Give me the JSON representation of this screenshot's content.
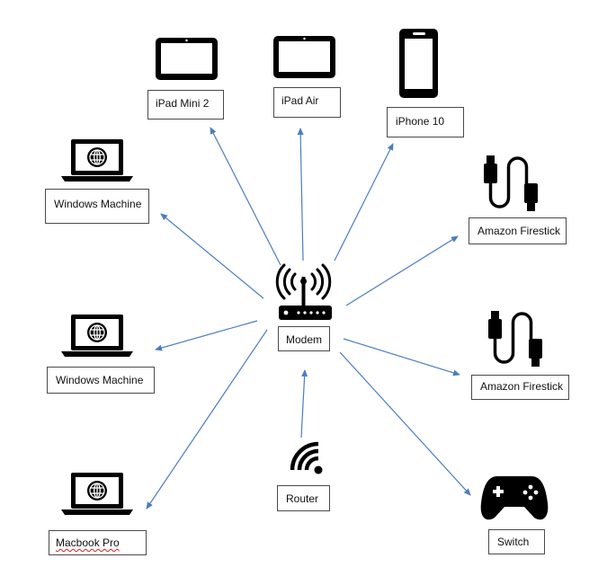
{
  "colors": {
    "arrow": "#4a7dc2",
    "icon": "#000000",
    "border": "#4a4a4a"
  },
  "hub": {
    "name": "Modem",
    "icon": "wifi-router-icon"
  },
  "nodes": [
    {
      "id": "ipad-mini-2",
      "label": "iPad Mini 2",
      "icon": "tablet-icon"
    },
    {
      "id": "ipad-air",
      "label": "iPad Air",
      "icon": "tablet-icon"
    },
    {
      "id": "iphone-10",
      "label": "iPhone 10",
      "icon": "smartphone-icon"
    },
    {
      "id": "windows-machine-1",
      "label": "Windows Machine",
      "icon": "laptop-globe-icon"
    },
    {
      "id": "amazon-firestick-1",
      "label": "Amazon Firestick",
      "icon": "usb-cable-icon"
    },
    {
      "id": "windows-machine-2",
      "label": "Windows Machine",
      "icon": "laptop-globe-icon"
    },
    {
      "id": "amazon-firestick-2",
      "label": "Amazon Firestick",
      "icon": "usb-cable-icon"
    },
    {
      "id": "router",
      "label": "Router",
      "icon": "wifi-signal-icon"
    },
    {
      "id": "macbook-pro",
      "label": "Macbook Pro",
      "icon": "laptop-globe-icon"
    },
    {
      "id": "switch",
      "label": "Switch",
      "icon": "gamepad-icon"
    }
  ],
  "connections": [
    {
      "from": "Modem",
      "to": "iPad Mini 2"
    },
    {
      "from": "Modem",
      "to": "iPad Air"
    },
    {
      "from": "Modem",
      "to": "iPhone 10"
    },
    {
      "from": "Modem",
      "to": "Windows Machine (upper)"
    },
    {
      "from": "Modem",
      "to": "Amazon Firestick (upper)"
    },
    {
      "from": "Modem",
      "to": "Windows Machine (lower)"
    },
    {
      "from": "Modem",
      "to": "Amazon Firestick (lower)"
    },
    {
      "from": "Router",
      "to": "Modem"
    },
    {
      "from": "Modem",
      "to": "Macbook Pro"
    },
    {
      "from": "Modem",
      "to": "Switch"
    }
  ]
}
